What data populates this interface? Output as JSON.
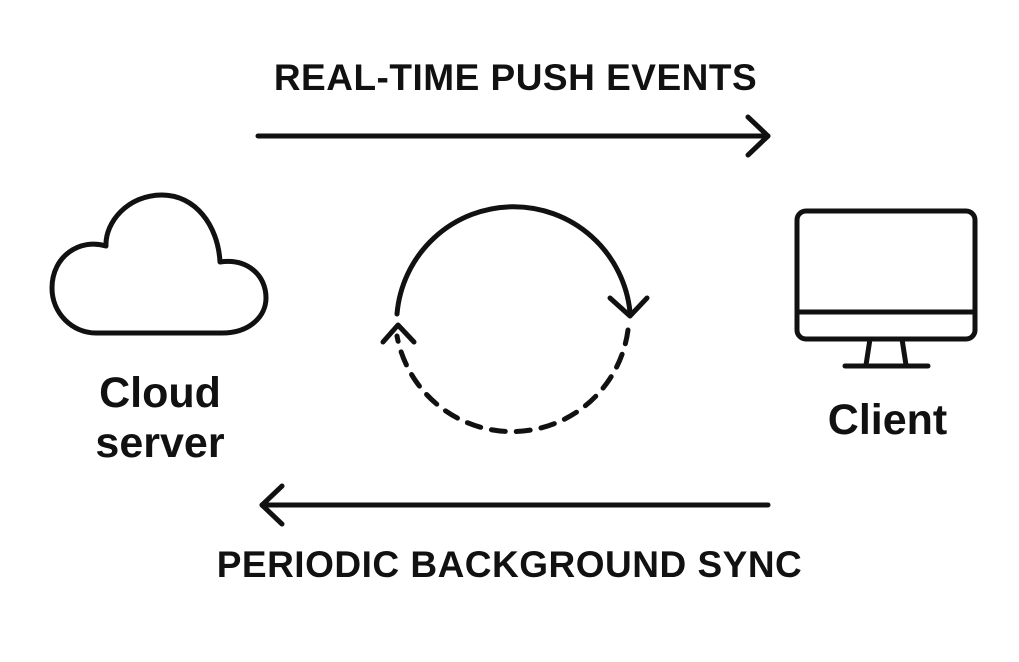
{
  "colors": {
    "ink": "#111111",
    "background": "#ffffff"
  },
  "flows": {
    "push_label": "REAL-TIME PUSH EVENTS",
    "sync_label": "PERIODIC BACKGROUND SYNC"
  },
  "nodes": {
    "cloud": {
      "label_line1": "Cloud",
      "label_line2": "server",
      "icon": "cloud-icon"
    },
    "client": {
      "label": "Client",
      "icon": "monitor-icon"
    }
  },
  "cycle": {
    "icon": "cycle-icon"
  }
}
